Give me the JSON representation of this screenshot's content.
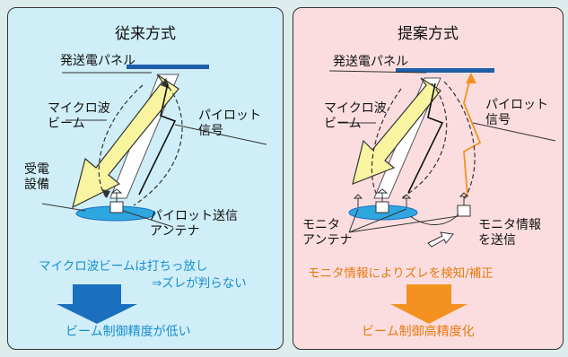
{
  "left": {
    "title": "従来方式",
    "panel_label": "発送電パネル",
    "microwave_beam": [
      "マイクロ波",
      "ビーム"
    ],
    "pilot_signal": [
      "パイロット",
      "信号"
    ],
    "receiving_facility": [
      "受電",
      "設備"
    ],
    "pilot_antenna": [
      "パイロット送信",
      "アンテナ"
    ],
    "note_line1": "マイクロ波ビームは打ちっ放し",
    "note_line2": "⇒ズレが判らない",
    "result": "ビーム制御精度が低い"
  },
  "right": {
    "title": "提案方式",
    "panel_label": "発送電パネル",
    "microwave_beam": [
      "マイクロ波",
      "ビーム"
    ],
    "pilot_signal": [
      "パイロット",
      "信号"
    ],
    "monitor_antenna": [
      "モニタ",
      "アンテナ"
    ],
    "monitor_info": [
      "モニタ情報",
      "を送信"
    ],
    "note": "モニタ情報によりズレを検知/補正",
    "result": "ビーム制御高精度化"
  },
  "colors": {
    "left_bg": "#cfeef8",
    "right_bg": "#fbdde0",
    "beam_yellow": "#f8f4a0",
    "panel_blue": "#1d5fa8",
    "left_arrow": "#1a6fbf",
    "right_arrow": "#f39220",
    "text_blue": "#1a8fd0",
    "text_orange": "#e87a10"
  }
}
